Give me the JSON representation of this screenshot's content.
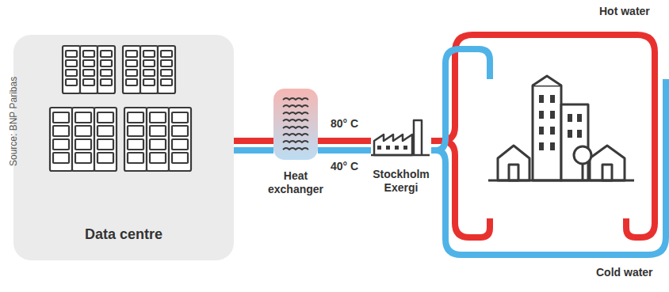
{
  "diagram": {
    "nodes": [
      {
        "text": [
          "Data centre"
        ]
      },
      {
        "text": [
          "Heat exchanger"
        ]
      },
      {
        "text": [
          "Stockholm Exergi"
        ]
      }
    ],
    "edges": [
      {
        "from": 0,
        "to": 1,
        "arrow": "none"
      },
      {
        "from": 0,
        "to": 1,
        "arrow": "none"
      },
      {
        "from": 1,
        "to": 2,
        "label": "80° C",
        "arrow": "none"
      },
      {
        "from": 1,
        "to": 2,
        "label": "40° C",
        "arrow": "none"
      }
    ],
    "labels": [
      "Hot water",
      "Cold water",
      "Source: BNP Paribas"
    ]
  }
}
